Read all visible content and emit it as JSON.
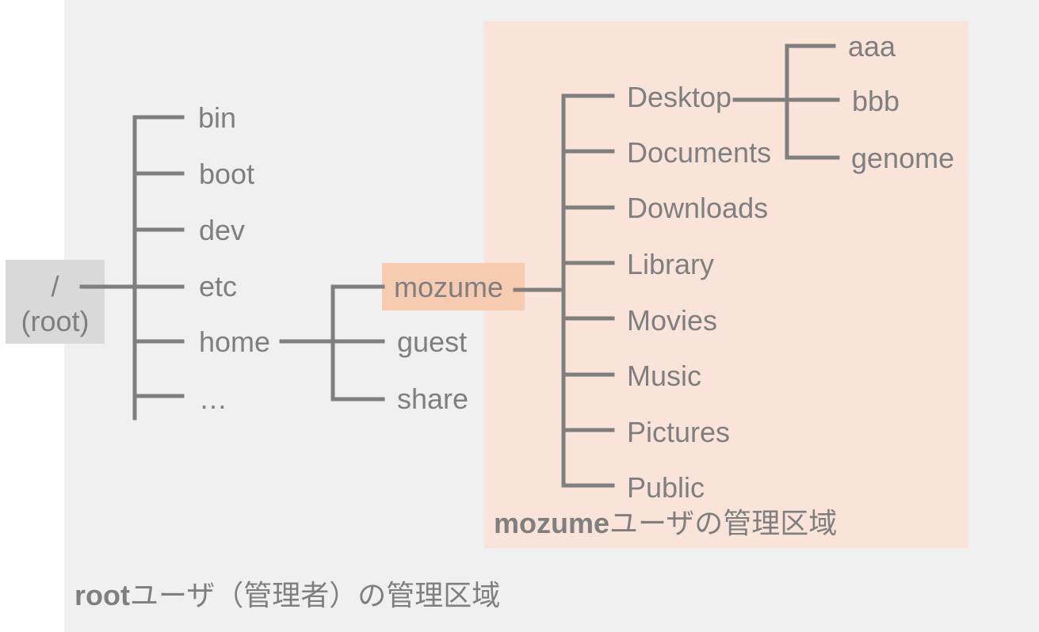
{
  "root_area": {
    "caption_bold": "root",
    "caption_rest": "ユーザ（管理者）の管理区域"
  },
  "user_area": {
    "caption_bold": "mozume",
    "caption_rest": "ユーザの管理区域"
  },
  "root_node": {
    "line1": "/",
    "line2": "(root)"
  },
  "level1": [
    "bin",
    "boot",
    "dev",
    "etc",
    "home",
    "…"
  ],
  "home_children": [
    "mozume",
    "guest",
    "share"
  ],
  "mozume_children": [
    "Desktop",
    "Documents",
    "Downloads",
    "Library",
    "Movies",
    "Music",
    "Pictures",
    "Public"
  ],
  "desktop_children": [
    "aaa",
    "bbb",
    "genome"
  ],
  "colors": {
    "root_area_bg": "#f1f0f0",
    "user_area_bg": "#fae4d9",
    "root_node_bg": "#d9d9d9",
    "mozume_node_bg": "#f7cbb0",
    "line_and_text": "#7f7f7f"
  }
}
